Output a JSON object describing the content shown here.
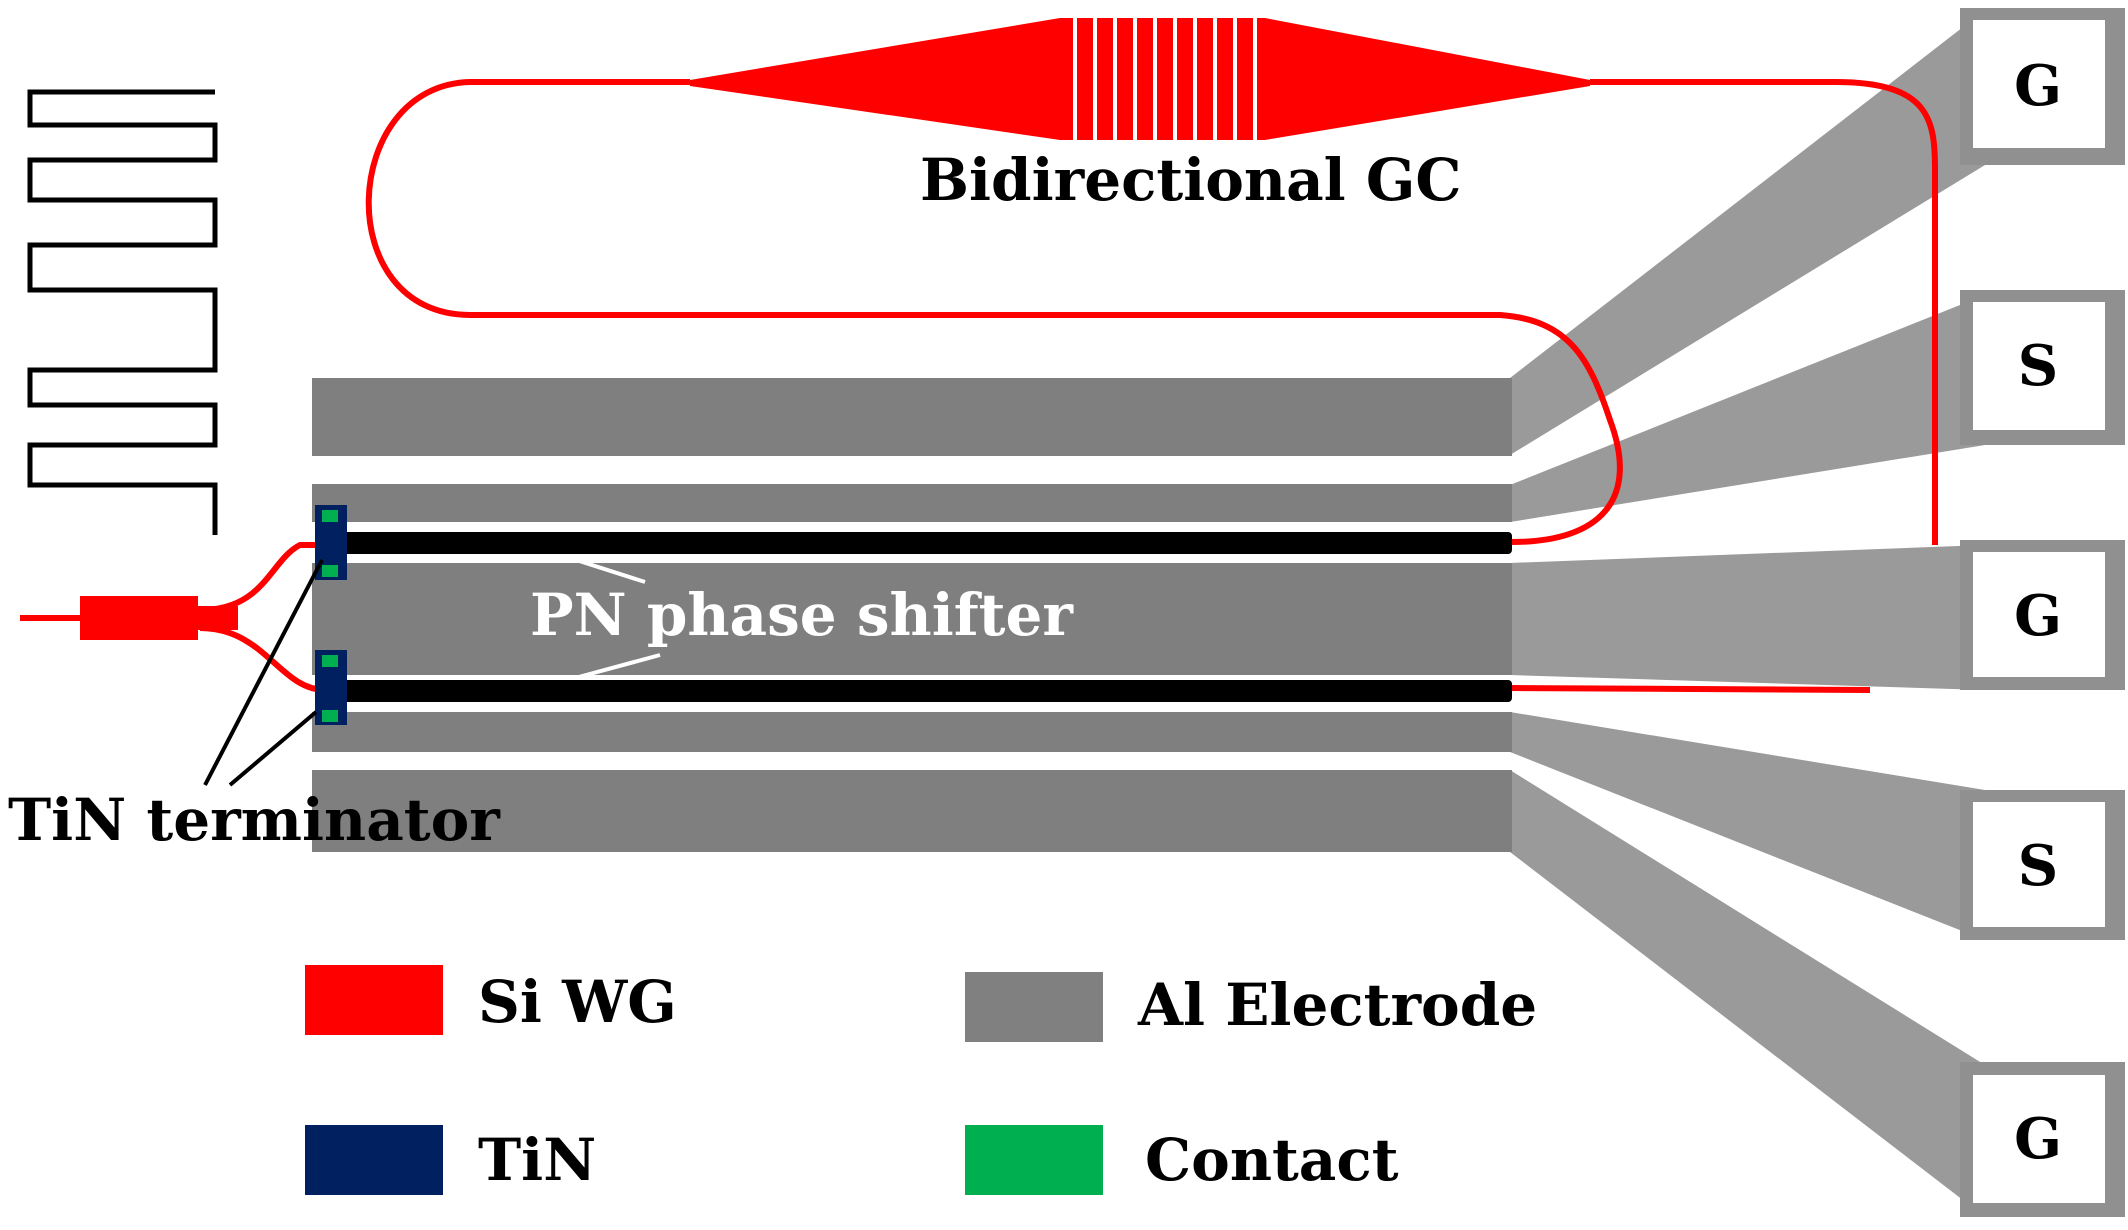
{
  "labels": {
    "bidirectional_gc": "Bidirectional GC",
    "pn_phase_shifter": "PN phase shifter",
    "tin_terminator": "TiN terminator"
  },
  "pads": [
    "G",
    "S",
    "G",
    "S",
    "G"
  ],
  "legend": [
    {
      "label": "Si WG",
      "color": "#ff0000"
    },
    {
      "label": "Al Electrode",
      "color": "#808080"
    },
    {
      "label": "TiN",
      "color": "#002060"
    },
    {
      "label": "Contact",
      "color": "#00b050"
    }
  ],
  "colors": {
    "waveguide": "#ff0000",
    "electrode": "#808080",
    "tin": "#002060",
    "contact": "#00b050",
    "phase_shifter": "#000000"
  }
}
